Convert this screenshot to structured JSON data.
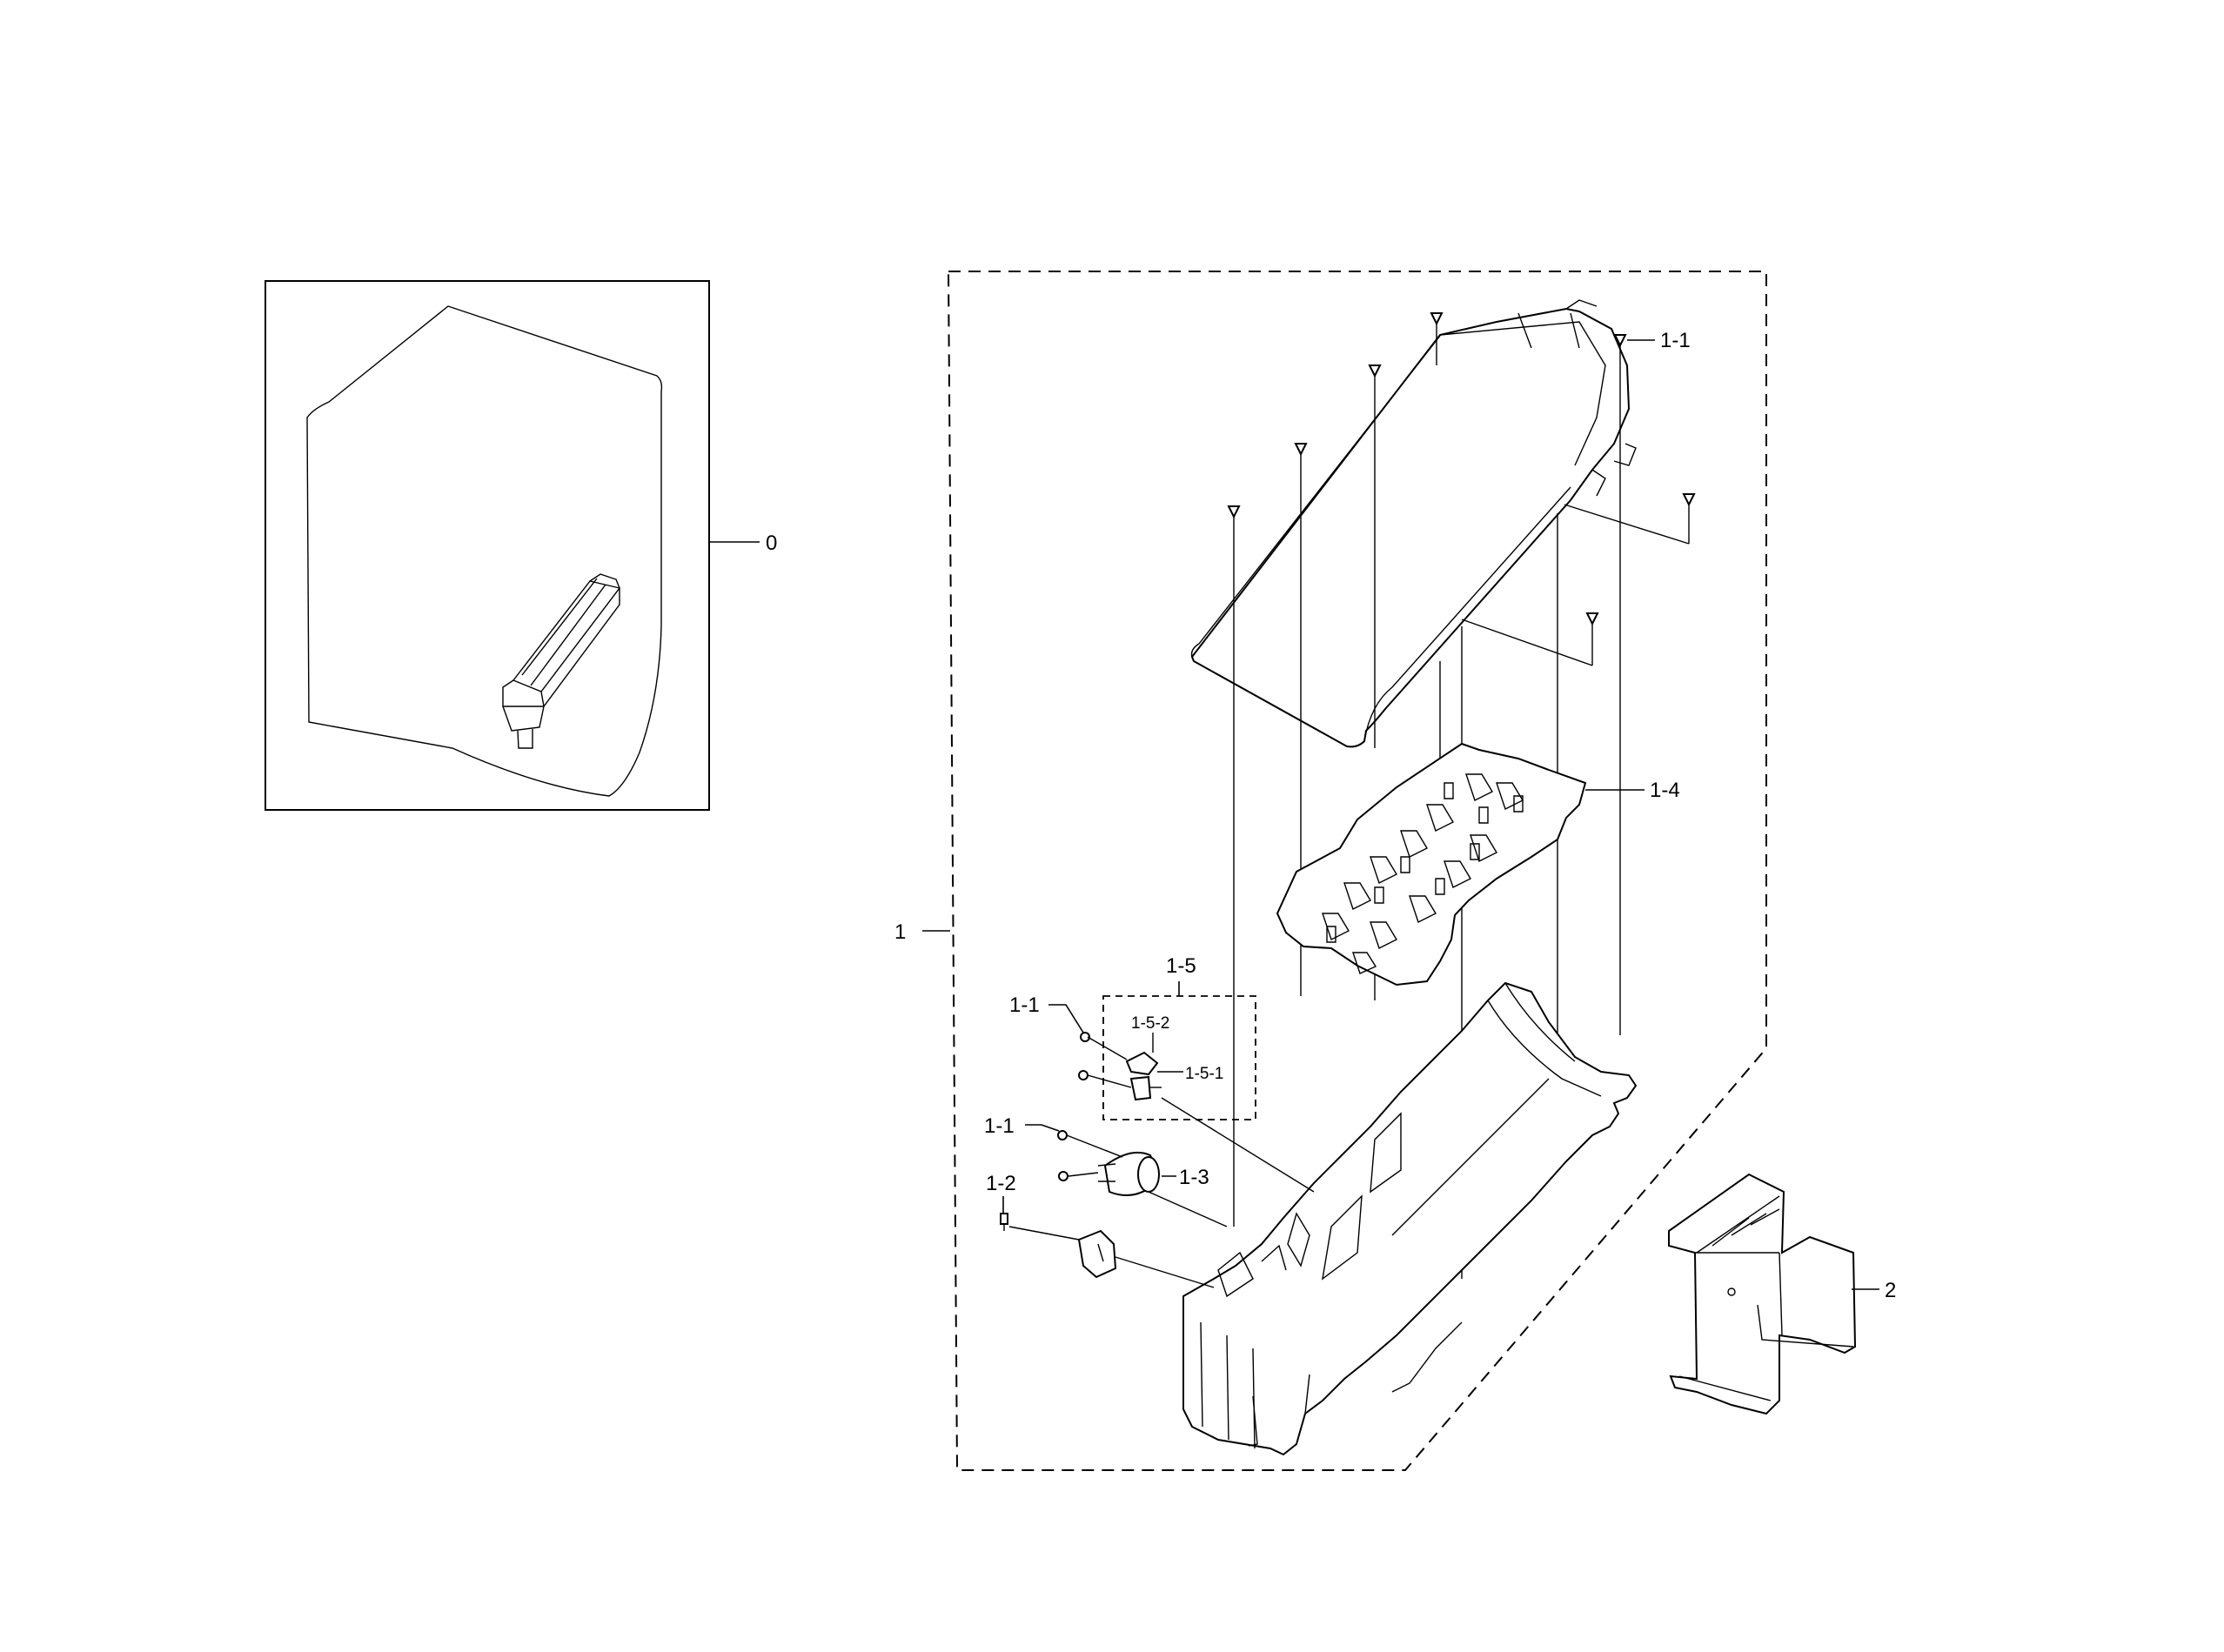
{
  "labels": {
    "assembly_overview": "0",
    "heater_assembly": "1",
    "screw_top": "1-1",
    "screw_left_a": "1-1",
    "screw_left_b": "1-1",
    "screw_small": "1-2",
    "thermostat": "1-3",
    "coil_plate": "1-4",
    "sensor_kit": "1-5",
    "sensor_part_1": "1-5-1",
    "sensor_part_2": "1-5-2",
    "bracket": "2"
  }
}
